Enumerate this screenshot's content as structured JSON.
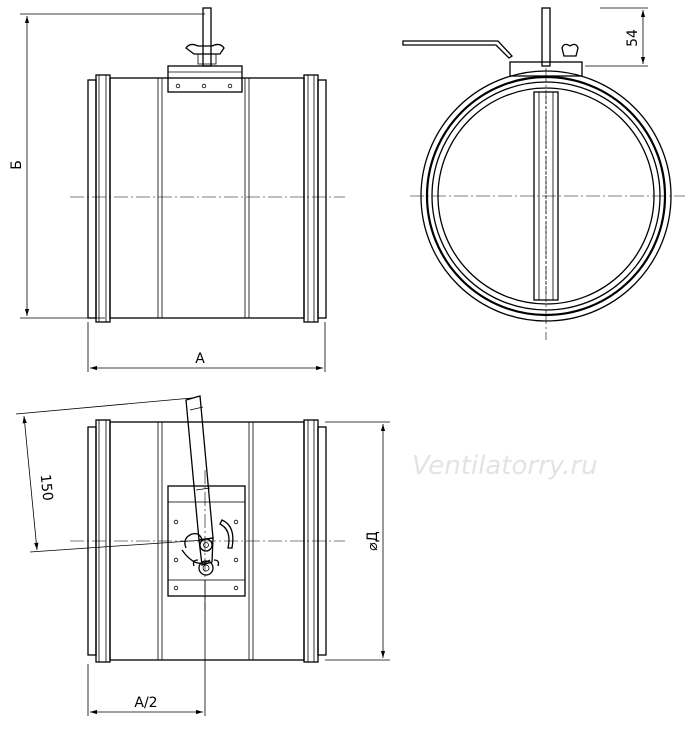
{
  "dimensions": {
    "height_label": "Б",
    "height_label_top": "54",
    "length_label": "A",
    "half_length_label": "A/2",
    "lever_label": "150",
    "diameter_label": "⌀Д"
  },
  "watermark": "Ventilatorry.ru",
  "colors": {
    "line": "#000000",
    "watermark": "#e3e3e3",
    "background": "#ffffff"
  }
}
